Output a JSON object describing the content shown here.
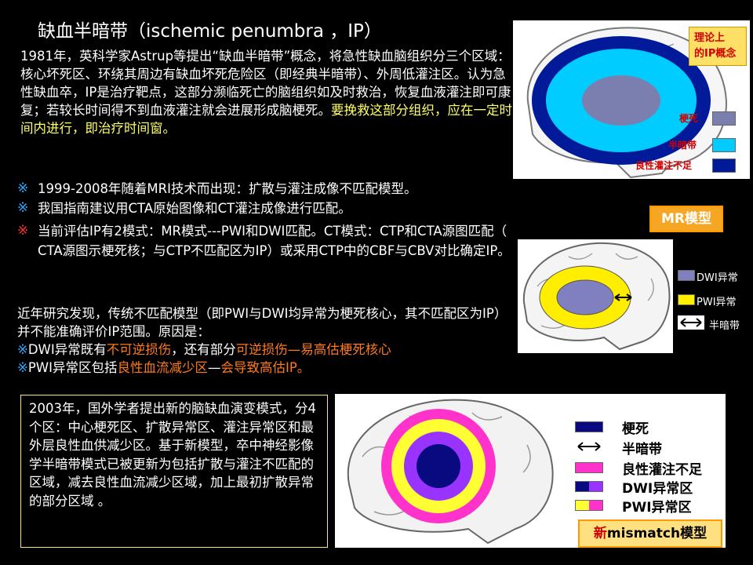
{
  "title": "缺血半暗带（ischemic  penumbra ，IP）",
  "intro": {
    "plain": "1981年，英科学家Astrup等提出“缺血半暗带”概念，将急性缺血脑组织分三个区域：核心坏死区、环绕其周边有缺血坏死危险区（即经典半暗带）、外周低灌注区。认为急性缺血卒，IP是治疗靶点，这部分濒临死亡的脑组织如及时救治，恢复血液灌注即可康复；若较长时间得不到血液灌注就会进展形成脑梗死。",
    "highlight": "要挽救这部分组织，应在一定时间内进行，即治疗时间窗。"
  },
  "bullets": [
    {
      "mark": "※",
      "text": "1999-2008年随着MRI技术而出现：扩散与灌注成像不匹配模型。"
    },
    {
      "mark": "※",
      "text": "我国指南建议用CTA原始图像和CT灌注成像进行匹配。"
    },
    {
      "mark": "※",
      "text": "当前评估IP有2模式：MR模式---PWI和DWI匹配。CT模式：CTP和CTA源图匹配（ CTA源图示梗死核；与CTP不匹配区为IP）或采用CTP中的CBF与CBV对比确定IP。"
    }
  ],
  "recent": {
    "line1": "近年研究发现，传统不匹配模型（即PWI与DWI均异常为梗死核心，其不匹配区为IP）并不能准确评价IP范围。原因是：",
    "dwi": {
      "mark": "※",
      "a": "DWI异常既有",
      "b": "不可逆损伤",
      "c": "，还有部分",
      "d": "可逆损伤—易高估梗死核心"
    },
    "pwi": {
      "mark": "※",
      "a": "PWI异常区包括",
      "b": "良性血流减少区",
      "c": "—",
      "d": "会导致高估IP。"
    }
  },
  "box2003": "2003年，国外学者提出新的脑缺血演变模式，分4个区：中心梗死区、扩散异常区、灌注异常区和最外层良性血供减少区。基于新模型，卒中神经影像学半暗带模式已被更新为包括扩散与灌注不匹配的区域，减去良性血流减少区域，加上最初扩散异常的部分区域 。",
  "panel1": {
    "tag_line1": "理论上",
    "tag_line2": "的IP概念",
    "legend": [
      "梗死",
      "半暗带",
      "良性灌注不足"
    ]
  },
  "mr": {
    "title": "MR模型",
    "legend": [
      "DWI异常",
      "PWI异常",
      "半暗带"
    ]
  },
  "newmodel": {
    "legend": [
      "梗死",
      "半暗带",
      "良性灌注不足",
      "DWI异常区",
      "PWI异常区"
    ],
    "tag_red": "新",
    "tag_rest": "mismatch模型"
  },
  "colors": {
    "infarct": "#7b7fb0",
    "penumbra": "#00ccff",
    "benign": "#001a99",
    "dwi": "#8080c0",
    "pwi": "#ffee00",
    "new_infarct": "#0a0a80",
    "new_pink": "#ff33cc",
    "new_yellow": "#ffff33",
    "new_purple": "#9933ff"
  }
}
